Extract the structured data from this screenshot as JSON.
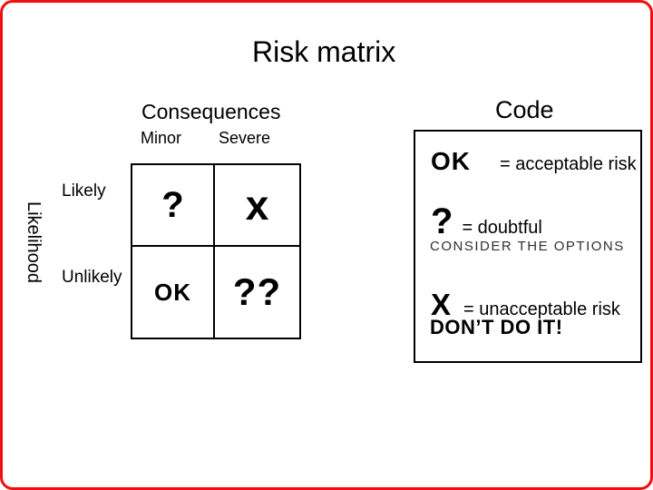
{
  "slide": {
    "title": "Risk matrix",
    "matrix": {
      "column_axis_label": "Consequences",
      "row_axis_label": "Likelihood",
      "columns": [
        "Minor",
        "Severe"
      ],
      "rows": [
        "Likely",
        "Unlikely"
      ],
      "cells": [
        [
          "?",
          "x"
        ],
        [
          "OK",
          "??"
        ]
      ]
    },
    "legend": {
      "heading": "Code",
      "entries": [
        {
          "symbol": "OK",
          "definition": "= acceptable risk"
        },
        {
          "symbol": "?",
          "definition": "= doubtful",
          "note": "CONSIDER THE OPTIONS"
        },
        {
          "symbol": "X",
          "definition": "= unacceptable risk",
          "note": "DON’T DO IT!"
        }
      ]
    },
    "colors": {
      "frame": "#f10e0e",
      "text": "#000000",
      "background": "#ffffff"
    }
  }
}
